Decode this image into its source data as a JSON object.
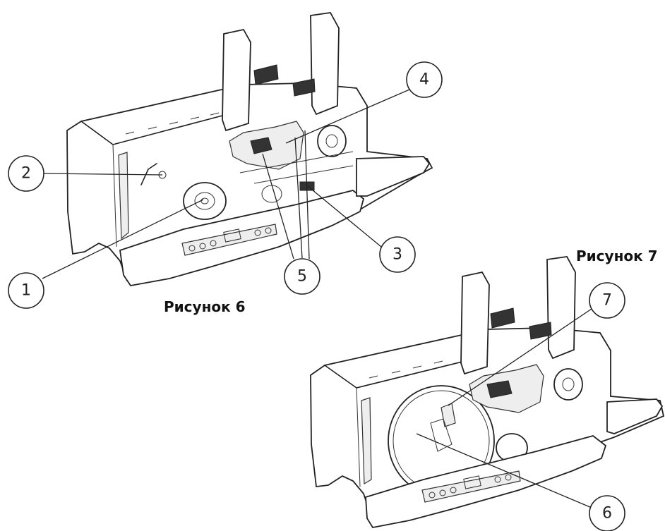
{
  "figures": [
    {
      "id": "fig6",
      "caption": "Рисунок 6",
      "callouts": [
        "1",
        "2",
        "3",
        "4",
        "5"
      ]
    },
    {
      "id": "fig7",
      "caption": "Рисунок 7",
      "callouts": [
        "6",
        "7"
      ]
    }
  ],
  "colors": {
    "line": "#222222",
    "background": "#ffffff"
  }
}
